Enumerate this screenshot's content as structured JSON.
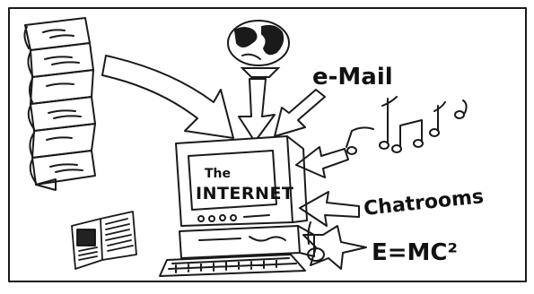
{
  "screen": {
    "line1": "The",
    "line2": "INTERNET"
  },
  "labels": {
    "email": "e-Mail",
    "chatrooms": "Chatrooms",
    "formula": "E=MC²"
  },
  "colors": {
    "ink": "#1a1a1a",
    "paper": "#ffffff"
  }
}
